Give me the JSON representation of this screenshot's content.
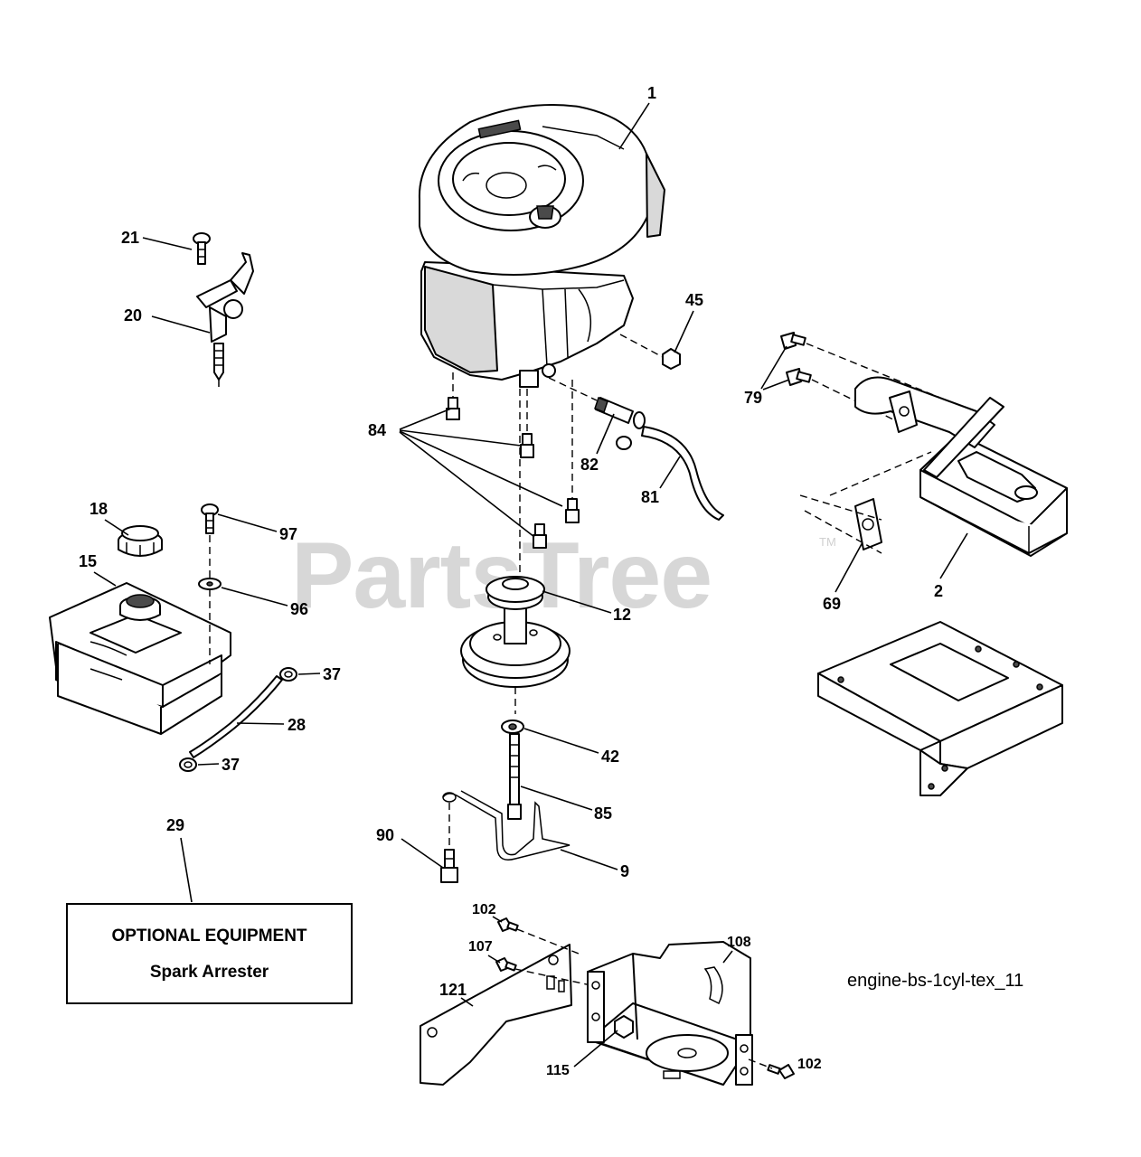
{
  "watermark": {
    "text": "PartsTree",
    "tm": "TM"
  },
  "callouts": {
    "c1": "1",
    "c2": "2",
    "c9": "9",
    "c12": "12",
    "c15": "15",
    "c18": "18",
    "c20": "20",
    "c21": "21",
    "c28": "28",
    "c29": "29",
    "c37a": "37",
    "c37b": "37",
    "c42": "42",
    "c45": "45",
    "c69": "69",
    "c79": "79",
    "c81": "81",
    "c82": "82",
    "c84": "84",
    "c85": "85",
    "c90": "90",
    "c96": "96",
    "c97": "97",
    "c102a": "102",
    "c102b": "102",
    "c107": "107",
    "c108": "108",
    "c115": "115",
    "c121": "121"
  },
  "optional_box": {
    "title": "OPTIONAL EQUIPMENT",
    "subtitle": "Spark Arrester"
  },
  "diagram_id": "engine-bs-1cyl-tex_11"
}
